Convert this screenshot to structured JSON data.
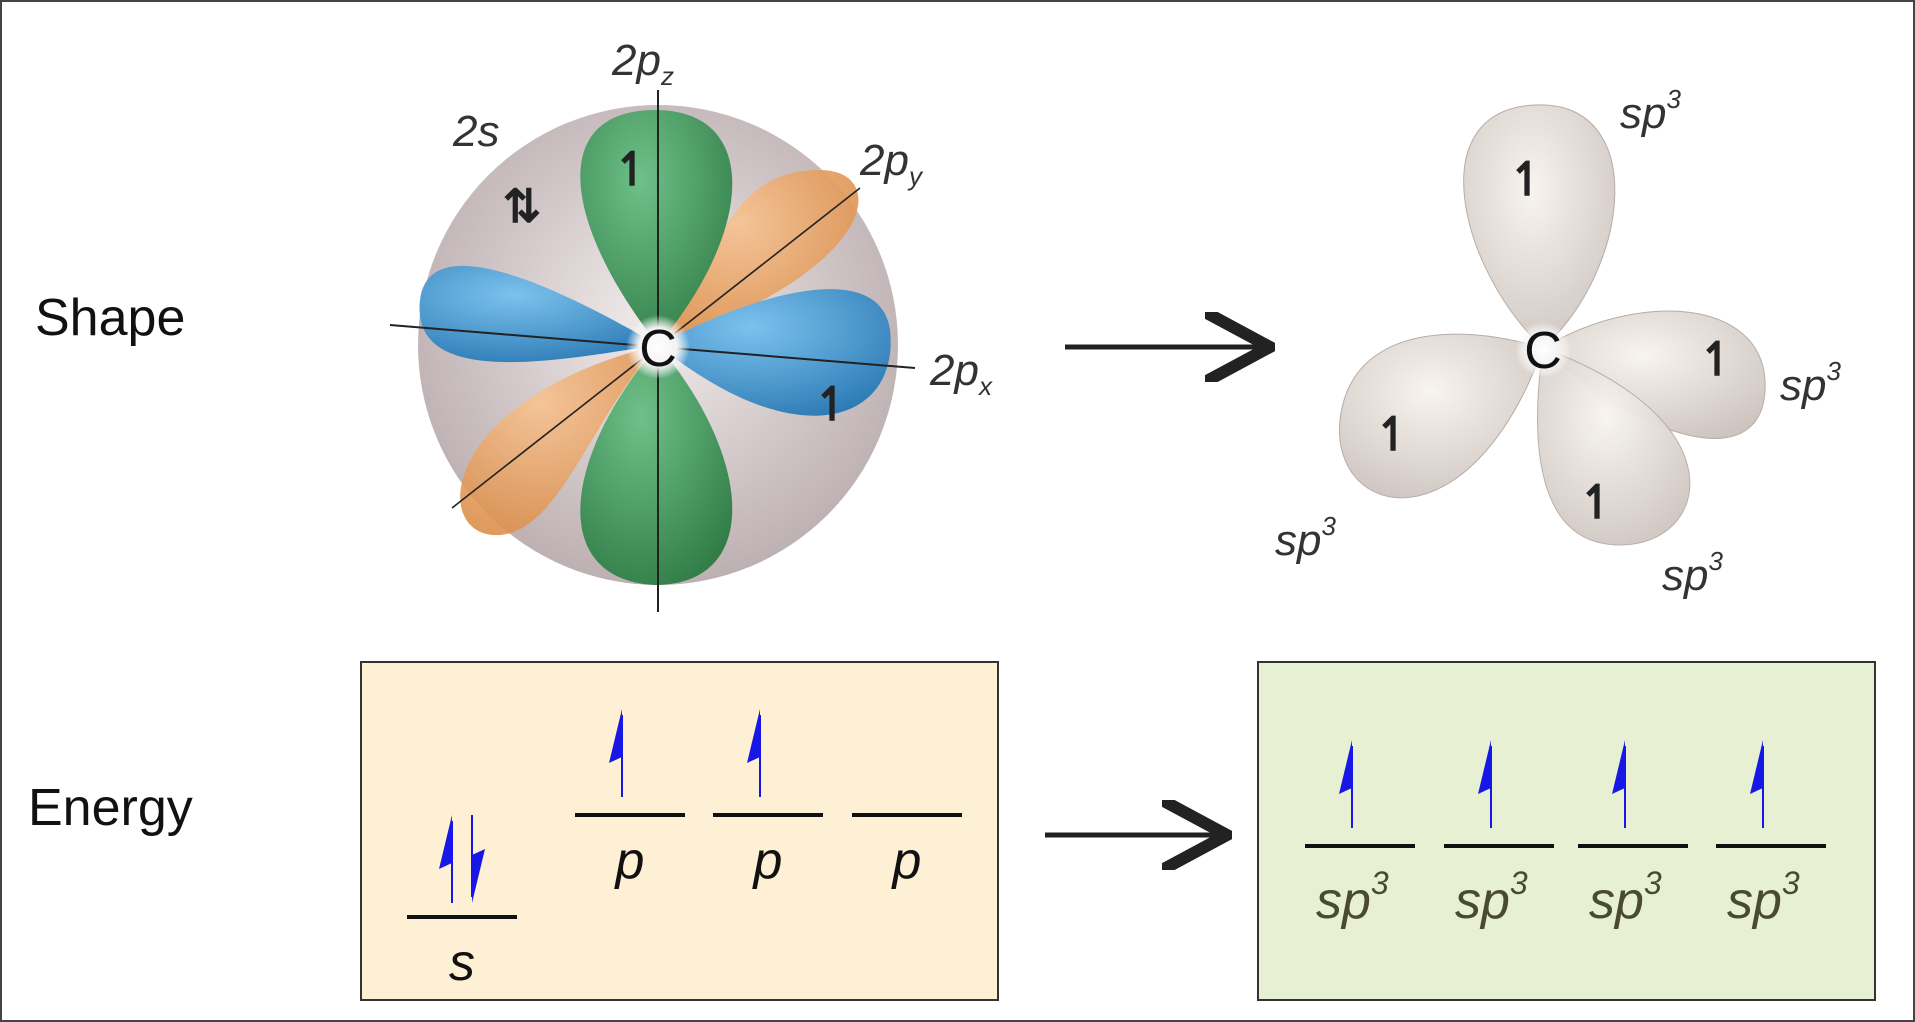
{
  "rows": {
    "shape_label": "Shape",
    "energy_label": "Energy"
  },
  "colors": {
    "pz": "#3e8b52",
    "px": "#3a8cc2",
    "py": "#e39a57",
    "sphere": "#c9bcbd",
    "hybrid": "#ddd5cf",
    "box_left": "#fdf0d5",
    "box_right": "#e8f0d4",
    "spin": "#1717e6"
  },
  "atom": {
    "symbol": "C"
  },
  "unhybridized": {
    "s_label": "2s",
    "s_spin": "⇅",
    "pz_label": "2p",
    "pz_sub": "z",
    "py_label": "2p",
    "py_sub": "y",
    "px_label": "2p",
    "px_sub": "x",
    "unpaired_spin": "↿"
  },
  "hybridized": {
    "label": "sp",
    "sup": "3",
    "lobe_count": 4,
    "lobe_spin": "↿"
  },
  "energy_left": {
    "levels": [
      {
        "label": "s",
        "electrons": 2
      },
      {
        "label": "p",
        "electrons": 1
      },
      {
        "label": "p",
        "electrons": 1
      },
      {
        "label": "p",
        "electrons": 0
      }
    ]
  },
  "energy_right": {
    "levels": [
      {
        "label": "sp",
        "sup": "3",
        "electrons": 1
      },
      {
        "label": "sp",
        "sup": "3",
        "electrons": 1
      },
      {
        "label": "sp",
        "sup": "3",
        "electrons": 1
      },
      {
        "label": "sp",
        "sup": "3",
        "electrons": 1
      }
    ]
  }
}
